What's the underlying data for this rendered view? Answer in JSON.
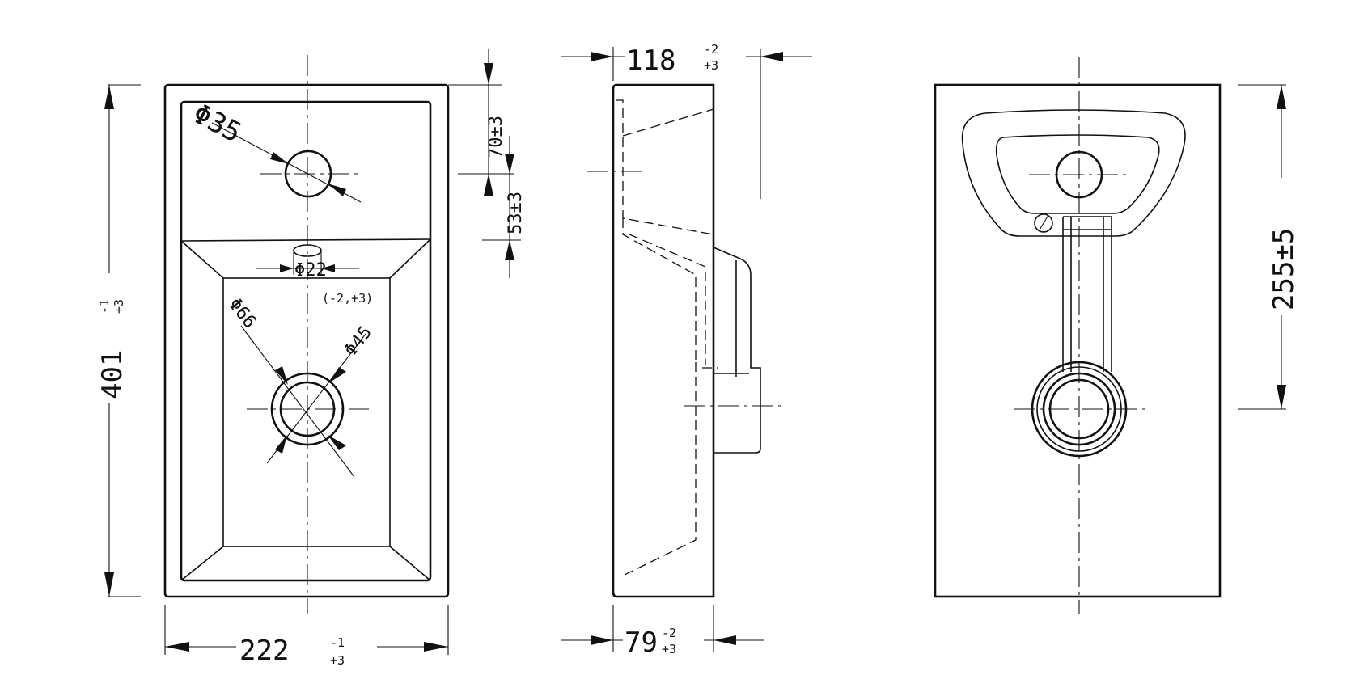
{
  "dimensions": {
    "width": "222",
    "width_tol_top": "-1",
    "width_tol_bottom": "+3",
    "height": "401",
    "height_tol_top": "-1",
    "height_tol_bottom": "+3",
    "depth": "118",
    "depth_tol_top": "-2",
    "depth_tol_bottom": "+3",
    "front_depth": "79",
    "front_depth_tol_top": "-2",
    "front_depth_tol_bottom": "+3",
    "tap_offset": "70±3",
    "tap_spacing": "53±3",
    "drain_height": "255±5"
  },
  "diameters": {
    "tap_hole": "Φ35",
    "overflow": "Φ22",
    "waste_outer": "Φ66",
    "waste_inner": "Φ45",
    "waste_tolerance": "(-2,+3)"
  }
}
